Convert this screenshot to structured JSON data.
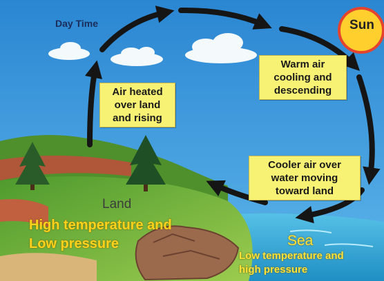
{
  "header": {
    "day_time": "Day Time",
    "sun": "Sun"
  },
  "boxes": {
    "rising": [
      "Air heated",
      "over land",
      "and rising"
    ],
    "cooling": [
      "Warm air",
      "cooling and",
      "descending"
    ],
    "moving": [
      "Cooler air over",
      "water moving",
      "toward land"
    ]
  },
  "land": {
    "label": "Land",
    "desc": [
      "High temperature and",
      "Low pressure"
    ]
  },
  "sea": {
    "label": "Sea",
    "desc": [
      "Low temperature and",
      "high pressure"
    ]
  },
  "colors": {
    "sky": "#2f8fd8",
    "sea": "#2aa7d6",
    "grass": "#6bb23c",
    "arrow": "#1a1a1a",
    "box": "#f8f274",
    "sun": "#ffcf2e",
    "land_text": "#ffd21c",
    "sea_text": "#ffe23a"
  },
  "icons": [
    "sun-icon",
    "cloud-icon",
    "tree-icon",
    "arrow-icon"
  ]
}
